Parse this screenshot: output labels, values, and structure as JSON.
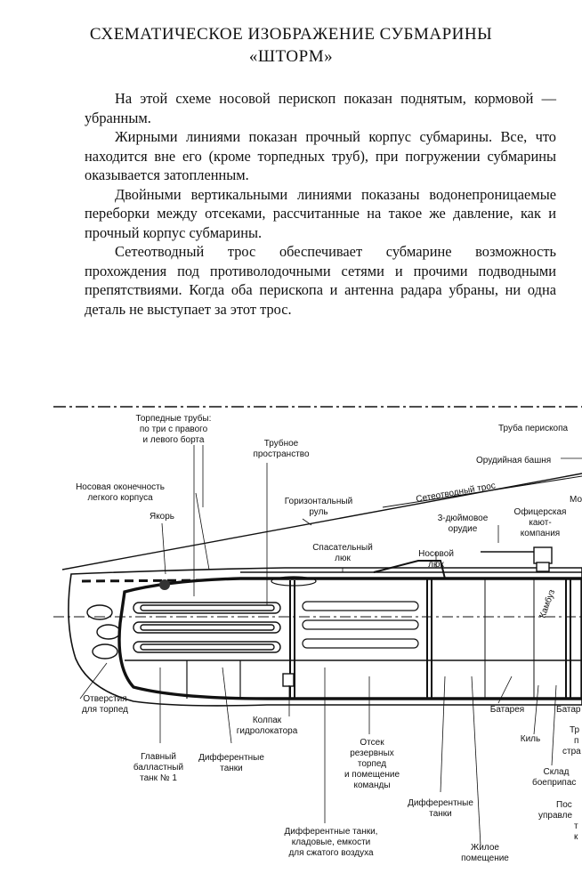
{
  "header": {
    "title_line1": "СХЕМАТИЧЕСКОЕ ИЗОБРАЖЕНИЕ СУБМАРИНЫ",
    "title_line2": "«ШТОРМ»"
  },
  "paragraphs": [
    "На этой схеме носовой перископ показан поднятым, кормовой — убранным.",
    "Жирными линиями показан прочный корпус субмарины. Все, что находится вне его (кроме торпедных труб), при погружении субмарины оказывается затопленным.",
    "Двойными вертикальными линиями показаны водонепроницаемые переборки между отсеками, рассчитанные на такое же давление, как и прочный корпус субмарины.",
    "Сетеотводный трос обеспечивает субмарине возможность прохождения под противолодочными сетями и прочими подводными препятствиями. Когда оба перископа и антенна радара убраны, ни одна деталь не выступает за этот трос."
  ],
  "diagram": {
    "labels": {
      "torpedo_tubes_1": "Торпедные трубы:",
      "torpedo_tubes_2": "по три с правого",
      "torpedo_tubes_3": "и левого борта",
      "tube_space_1": "Трубное",
      "tube_space_2": "пространство",
      "periscope_tube": "Труба перископа",
      "gun_tower": "Орудийная башня",
      "bow_end_1": "Носовая оконечность",
      "bow_end_2": "легкого корпуса",
      "net_cable": "Сетеотводный трос",
      "horiz_rudder_1": "Горизонтальный",
      "horiz_rudder_2": "руль",
      "anchor": "Якорь",
      "gun_1": "3-дюймовое",
      "gun_2": "орудие",
      "officer_1": "Офицерская",
      "officer_2": "кают-",
      "officer_3": "компания",
      "mo": "Мо",
      "rescue_hatch_1": "Спасательный",
      "rescue_hatch_2": "люк",
      "bow_hatch_1": "Носовой",
      "bow_hatch_2": "люк",
      "galley": "Камбуз",
      "torpedo_holes_1": "Отверстия",
      "torpedo_holes_2": "для торпед",
      "sonar_1": "Колпак",
      "sonar_2": "гидролокатора",
      "battery": "Батарея",
      "battery2": "Батар",
      "main_ballast_1": "Главный",
      "main_ballast_2": "балластный",
      "main_ballast_3": "танк № 1",
      "trim_tanks_1_1": "Дифферентные",
      "trim_tanks_1_2": "танки",
      "reserve_1": "Отсек",
      "reserve_2": "резервных",
      "reserve_3": "торпед",
      "reserve_4": "и помещение",
      "reserve_5": "команды",
      "keel": "Киль",
      "trim_right_1": "Тр",
      "trim_right_2": "п",
      "trim_right_3": "стра",
      "ammo_1": "Склад",
      "ammo_2": "боеприпас",
      "trim_tanks_2_1": "Дифферентные",
      "trim_tanks_2_2": "танки",
      "control_1": "Пос",
      "control_2": "управле",
      "control_3": "т",
      "control_4": "к",
      "storage_1": "Дифферентные танки,",
      "storage_2": "кладовые, емкости",
      "storage_3": "для сжатого воздуха",
      "living_1": "Жилое",
      "living_2": "помещение"
    }
  }
}
